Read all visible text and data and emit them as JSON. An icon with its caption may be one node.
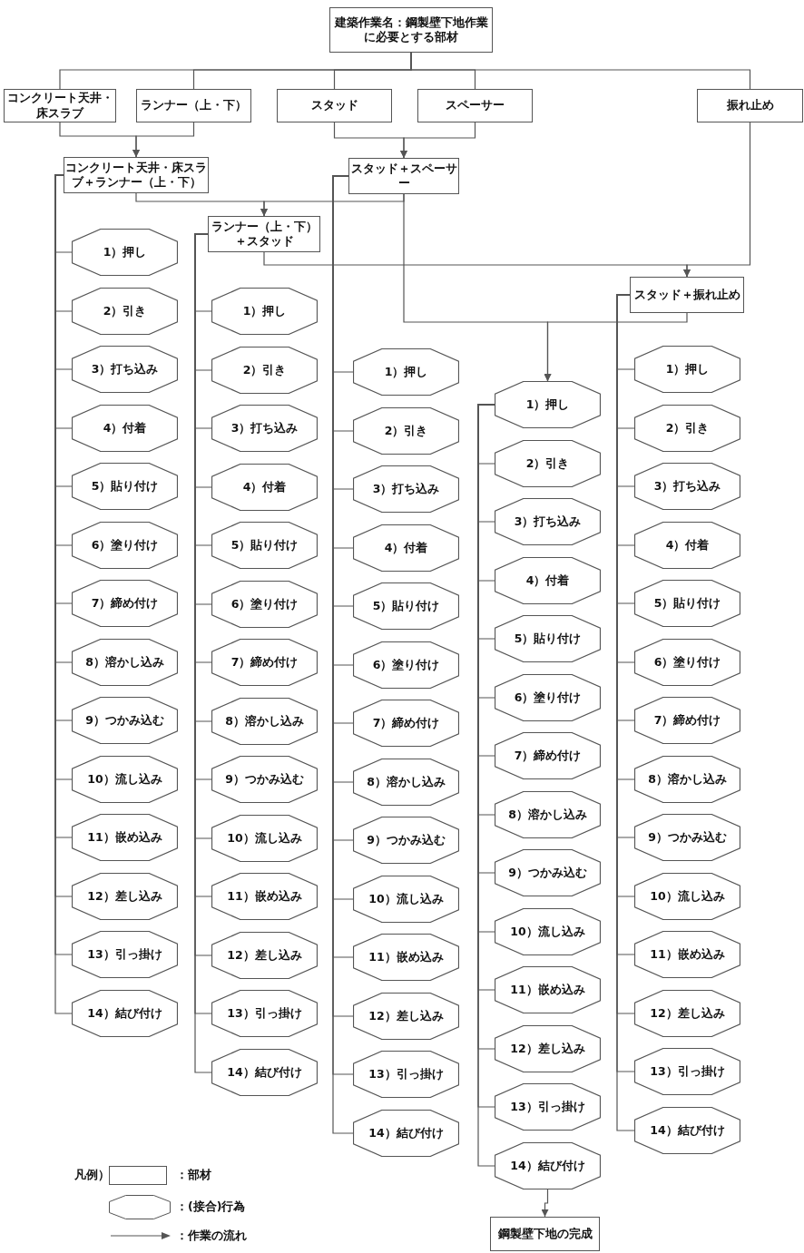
{
  "diagram": {
    "nodes": [
      {
        "text": [
          "建築作業名：鋼製壁下地作業に必要とする部材"
        ]
      },
      {
        "text": [
          "コンクリート天井・床スラブ"
        ]
      },
      {
        "text": [
          "ランナー（上・下）"
        ]
      },
      {
        "text": [
          "スタッド"
        ]
      },
      {
        "text": [
          "スペーサー"
        ]
      },
      {
        "text": [
          "振れ止め"
        ]
      },
      {
        "text": [
          "コンクリート天井・床スラブ＋ランナー（上・下）"
        ]
      },
      {
        "text": [
          "スタッド＋スペーサー"
        ]
      },
      {
        "text": [
          "ランナー（上・下）＋スタッド"
        ]
      },
      {
        "text": [
          "スタッド＋振れ止め"
        ]
      },
      {
        "text": [
          "1）押し"
        ]
      },
      {
        "text": [
          "2）引き"
        ]
      },
      {
        "text": [
          "3）打ち込み"
        ]
      },
      {
        "text": [
          "4）付着"
        ]
      },
      {
        "text": [
          "5）貼り付け"
        ]
      },
      {
        "text": [
          "6）塗り付け"
        ]
      },
      {
        "text": [
          "7）締め付け"
        ]
      },
      {
        "text": [
          "8）溶かし込み"
        ]
      },
      {
        "text": [
          "9）つかみ込む"
        ]
      },
      {
        "text": [
          "10）流し込み"
        ]
      },
      {
        "text": [
          "11）嵌め込み"
        ]
      },
      {
        "text": [
          "12）差し込み"
        ]
      },
      {
        "text": [
          "13）引っ掛け"
        ]
      },
      {
        "text": [
          "14）結び付け"
        ]
      },
      {
        "text": [
          "1）押し"
        ]
      },
      {
        "text": [
          "2）引き"
        ]
      },
      {
        "text": [
          "3）打ち込み"
        ]
      },
      {
        "text": [
          "4）付着"
        ]
      },
      {
        "text": [
          "5）貼り付け"
        ]
      },
      {
        "text": [
          "6）塗り付け"
        ]
      },
      {
        "text": [
          "7）締め付け"
        ]
      },
      {
        "text": [
          "8）溶かし込み"
        ]
      },
      {
        "text": [
          "9）つかみ込む"
        ]
      },
      {
        "text": [
          "10）流し込み"
        ]
      },
      {
        "text": [
          "11）嵌め込み"
        ]
      },
      {
        "text": [
          "12）差し込み"
        ]
      },
      {
        "text": [
          "13）引っ掛け"
        ]
      },
      {
        "text": [
          "14）結び付け"
        ]
      },
      {
        "text": [
          "1）押し"
        ]
      },
      {
        "text": [
          "2）引き"
        ]
      },
      {
        "text": [
          "3）打ち込み"
        ]
      },
      {
        "text": [
          "4）付着"
        ]
      },
      {
        "text": [
          "5）貼り付け"
        ]
      },
      {
        "text": [
          "6）塗り付け"
        ]
      },
      {
        "text": [
          "7）締め付け"
        ]
      },
      {
        "text": [
          "8）溶かし込み"
        ]
      },
      {
        "text": [
          "9）つかみ込む"
        ]
      },
      {
        "text": [
          "10）流し込み"
        ]
      },
      {
        "text": [
          "11）嵌め込み"
        ]
      },
      {
        "text": [
          "12）差し込み"
        ]
      },
      {
        "text": [
          "13）引っ掛け"
        ]
      },
      {
        "text": [
          "14）結び付け"
        ]
      },
      {
        "text": [
          "1）押し"
        ]
      },
      {
        "text": [
          "2）引き"
        ]
      },
      {
        "text": [
          "3）打ち込み"
        ]
      },
      {
        "text": [
          "4）付着"
        ]
      },
      {
        "text": [
          "5）貼り付け"
        ]
      },
      {
        "text": [
          "6）塗り付け"
        ]
      },
      {
        "text": [
          "7）締め付け"
        ]
      },
      {
        "text": [
          "8）溶かし込み"
        ]
      },
      {
        "text": [
          "9）つかみ込む"
        ]
      },
      {
        "text": [
          "10）流し込み"
        ]
      },
      {
        "text": [
          "11）嵌め込み"
        ]
      },
      {
        "text": [
          "12）差し込み"
        ]
      },
      {
        "text": [
          "13）引っ掛け"
        ]
      },
      {
        "text": [
          "14）結び付け"
        ]
      },
      {
        "text": [
          "1）押し"
        ]
      },
      {
        "text": [
          "2）引き"
        ]
      },
      {
        "text": [
          "3）打ち込み"
        ]
      },
      {
        "text": [
          "4）付着"
        ]
      },
      {
        "text": [
          "5）貼り付け"
        ]
      },
      {
        "text": [
          "6）塗り付け"
        ]
      },
      {
        "text": [
          "7）締め付け"
        ]
      },
      {
        "text": [
          "8）溶かし込み"
        ]
      },
      {
        "text": [
          "9）つかみ込む"
        ]
      },
      {
        "text": [
          "10）流し込み"
        ]
      },
      {
        "text": [
          "11）嵌め込み"
        ]
      },
      {
        "text": [
          "12）差し込み"
        ]
      },
      {
        "text": [
          "13）引っ掛け"
        ]
      },
      {
        "text": [
          "14）結び付け"
        ]
      },
      {
        "text": [
          "鋼製壁下地の完成"
        ]
      }
    ],
    "edges": [
      {
        "from": 0,
        "to": 1,
        "arrow": "none"
      },
      {
        "from": 0,
        "to": 2,
        "arrow": "none"
      },
      {
        "from": 0,
        "to": 3,
        "arrow": "none"
      },
      {
        "from": 0,
        "to": 4,
        "arrow": "none"
      },
      {
        "from": 0,
        "to": 5,
        "arrow": "none"
      },
      {
        "from": 1,
        "to": 6,
        "arrow": "to"
      },
      {
        "from": 2,
        "to": 6,
        "arrow": "to"
      },
      {
        "from": 3,
        "to": 7,
        "arrow": "to"
      },
      {
        "from": 4,
        "to": 7,
        "arrow": "to"
      },
      {
        "from": 6,
        "to": 8,
        "arrow": "to"
      },
      {
        "from": 7,
        "to": 8,
        "arrow": "to"
      },
      {
        "from": 8,
        "to": 9,
        "arrow": "to"
      },
      {
        "from": 5,
        "to": 9,
        "arrow": "to"
      },
      {
        "from": 7,
        "to": 52,
        "arrow": "to"
      },
      {
        "from": 9,
        "to": 52,
        "arrow": "to"
      },
      {
        "from": 6,
        "to": 10,
        "arrow": "none"
      },
      {
        "from": 6,
        "to": 11,
        "arrow": "none"
      },
      {
        "from": 6,
        "to": 12,
        "arrow": "none"
      },
      {
        "from": 6,
        "to": 13,
        "arrow": "none"
      },
      {
        "from": 6,
        "to": 14,
        "arrow": "none"
      },
      {
        "from": 6,
        "to": 15,
        "arrow": "none"
      },
      {
        "from": 6,
        "to": 16,
        "arrow": "none"
      },
      {
        "from": 6,
        "to": 17,
        "arrow": "none"
      },
      {
        "from": 6,
        "to": 18,
        "arrow": "none"
      },
      {
        "from": 6,
        "to": 19,
        "arrow": "none"
      },
      {
        "from": 6,
        "to": 20,
        "arrow": "none"
      },
      {
        "from": 6,
        "to": 21,
        "arrow": "none"
      },
      {
        "from": 6,
        "to": 22,
        "arrow": "none"
      },
      {
        "from": 6,
        "to": 23,
        "arrow": "none"
      },
      {
        "from": 8,
        "to": 24,
        "arrow": "none"
      },
      {
        "from": 8,
        "to": 25,
        "arrow": "none"
      },
      {
        "from": 8,
        "to": 26,
        "arrow": "none"
      },
      {
        "from": 8,
        "to": 27,
        "arrow": "none"
      },
      {
        "from": 8,
        "to": 28,
        "arrow": "none"
      },
      {
        "from": 8,
        "to": 29,
        "arrow": "none"
      },
      {
        "from": 8,
        "to": 30,
        "arrow": "none"
      },
      {
        "from": 8,
        "to": 31,
        "arrow": "none"
      },
      {
        "from": 8,
        "to": 32,
        "arrow": "none"
      },
      {
        "from": 8,
        "to": 33,
        "arrow": "none"
      },
      {
        "from": 8,
        "to": 34,
        "arrow": "none"
      },
      {
        "from": 8,
        "to": 35,
        "arrow": "none"
      },
      {
        "from": 8,
        "to": 36,
        "arrow": "none"
      },
      {
        "from": 8,
        "to": 37,
        "arrow": "none"
      },
      {
        "from": 7,
        "to": 38,
        "arrow": "none"
      },
      {
        "from": 7,
        "to": 39,
        "arrow": "none"
      },
      {
        "from": 7,
        "to": 40,
        "arrow": "none"
      },
      {
        "from": 7,
        "to": 41,
        "arrow": "none"
      },
      {
        "from": 7,
        "to": 42,
        "arrow": "none"
      },
      {
        "from": 7,
        "to": 43,
        "arrow": "none"
      },
      {
        "from": 7,
        "to": 44,
        "arrow": "none"
      },
      {
        "from": 7,
        "to": 45,
        "arrow": "none"
      },
      {
        "from": 7,
        "to": 46,
        "arrow": "none"
      },
      {
        "from": 7,
        "to": 47,
        "arrow": "none"
      },
      {
        "from": 7,
        "to": 48,
        "arrow": "none"
      },
      {
        "from": 7,
        "to": 49,
        "arrow": "none"
      },
      {
        "from": 7,
        "to": 50,
        "arrow": "none"
      },
      {
        "from": 7,
        "to": 51,
        "arrow": "none"
      },
      {
        "from": 52,
        "to": 53,
        "arrow": "none"
      },
      {
        "from": 52,
        "to": 54,
        "arrow": "none"
      },
      {
        "from": 52,
        "to": 55,
        "arrow": "none"
      },
      {
        "from": 52,
        "to": 56,
        "arrow": "none"
      },
      {
        "from": 52,
        "to": 57,
        "arrow": "none"
      },
      {
        "from": 52,
        "to": 58,
        "arrow": "none"
      },
      {
        "from": 52,
        "to": 59,
        "arrow": "none"
      },
      {
        "from": 52,
        "to": 60,
        "arrow": "none"
      },
      {
        "from": 52,
        "to": 61,
        "arrow": "none"
      },
      {
        "from": 52,
        "to": 62,
        "arrow": "none"
      },
      {
        "from": 52,
        "to": 63,
        "arrow": "none"
      },
      {
        "from": 52,
        "to": 64,
        "arrow": "none"
      },
      {
        "from": 52,
        "to": 65,
        "arrow": "none"
      },
      {
        "from": 9,
        "to": 66,
        "arrow": "none"
      },
      {
        "from": 9,
        "to": 67,
        "arrow": "none"
      },
      {
        "from": 9,
        "to": 68,
        "arrow": "none"
      },
      {
        "from": 9,
        "to": 69,
        "arrow": "none"
      },
      {
        "from": 9,
        "to": 70,
        "arrow": "none"
      },
      {
        "from": 9,
        "to": 71,
        "arrow": "none"
      },
      {
        "from": 9,
        "to": 72,
        "arrow": "none"
      },
      {
        "from": 9,
        "to": 73,
        "arrow": "none"
      },
      {
        "from": 9,
        "to": 74,
        "arrow": "none"
      },
      {
        "from": 9,
        "to": 75,
        "arrow": "none"
      },
      {
        "from": 9,
        "to": 76,
        "arrow": "none"
      },
      {
        "from": 9,
        "to": 77,
        "arrow": "none"
      },
      {
        "from": 9,
        "to": 78,
        "arrow": "none"
      },
      {
        "from": 9,
        "to": 79,
        "arrow": "none"
      },
      {
        "from": 65,
        "to": 80,
        "arrow": "to"
      }
    ],
    "labels": [
      "凡例）"
    ],
    "legend": [
      {
        "text": "：部材"
      },
      {
        "text": "：(接合)行為"
      },
      {
        "text": "：作業の流れ"
      }
    ]
  }
}
